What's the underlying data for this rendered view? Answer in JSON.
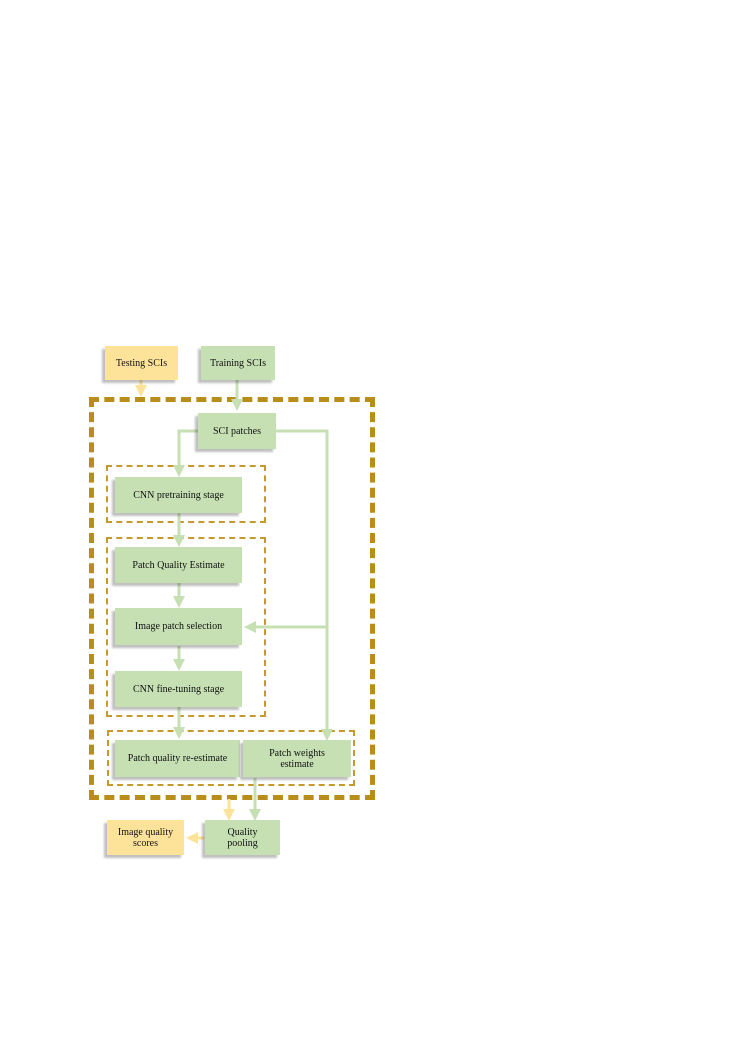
{
  "nodes": {
    "testing_scis": "Testing SCIs",
    "training_scis": "Training SCIs",
    "sci_patches": "SCI patches",
    "cnn_pretraining": "CNN pretraining stage",
    "patch_quality_estimate": "Patch Quality Estimate",
    "image_patch_selection": "Image patch selection",
    "cnn_finetuning": "CNN fine-tuning stage",
    "patch_quality_reestimate": "Patch quality re-estimate",
    "patch_weights_line1": "Patch weights",
    "patch_weights_line2": "estimate",
    "quality_pooling_line1": "Quality",
    "quality_pooling_line2": "pooling",
    "image_quality_line1": "Image quality",
    "image_quality_line2": "scores"
  },
  "colors": {
    "process_fill": "#c6e0b4",
    "io_fill": "#fde39a",
    "arrow_green": "#c6e0b4",
    "arrow_yellow": "#fde39a",
    "region_dash": "#c59a2b",
    "outer_dash": "#b98d1a"
  }
}
